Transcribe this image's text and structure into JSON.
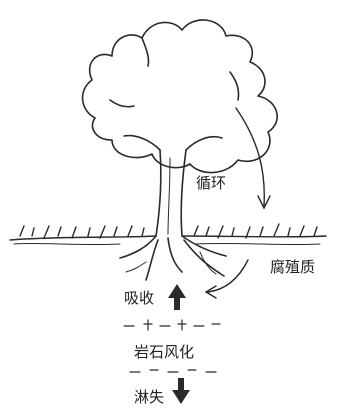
{
  "labels": {
    "cycle": "循环",
    "humus": "腐殖质",
    "absorption": "吸收",
    "weathering": "岩石风化",
    "loss": "淋失"
  },
  "colors": {
    "stroke": "#2a2a2a",
    "background": "#ffffff"
  }
}
